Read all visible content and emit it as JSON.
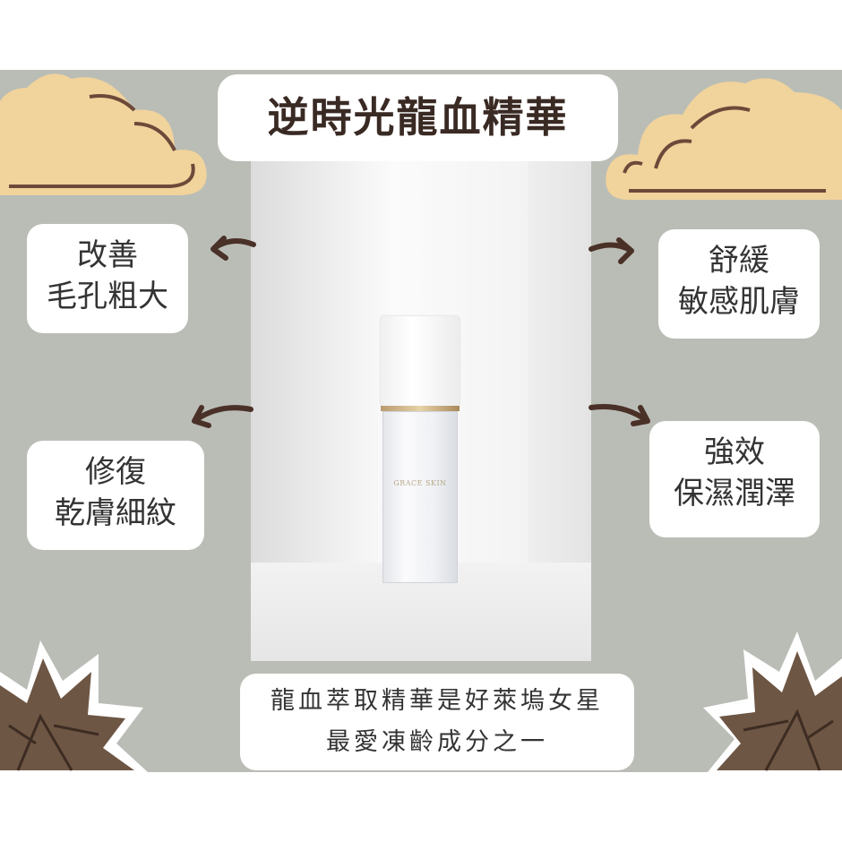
{
  "title": "逆時光龍血精華",
  "benefits": {
    "top_left": [
      "改善",
      "毛孔粗大"
    ],
    "top_right": [
      "舒緩",
      "敏感肌膚"
    ],
    "bottom_left": [
      "修復",
      "乾膚細紋"
    ],
    "bottom_right": [
      "強效",
      "保濕潤澤"
    ]
  },
  "caption": [
    "龍血萃取精華是好萊塢女星",
    "最愛凍齡成分之一"
  ],
  "product": {
    "brand": "GRACE SKIN"
  },
  "colors": {
    "background_band": "#babdb6",
    "title_text": "#3a2a24",
    "cloud": "#f1d39c",
    "arrow": "#4a3128"
  }
}
